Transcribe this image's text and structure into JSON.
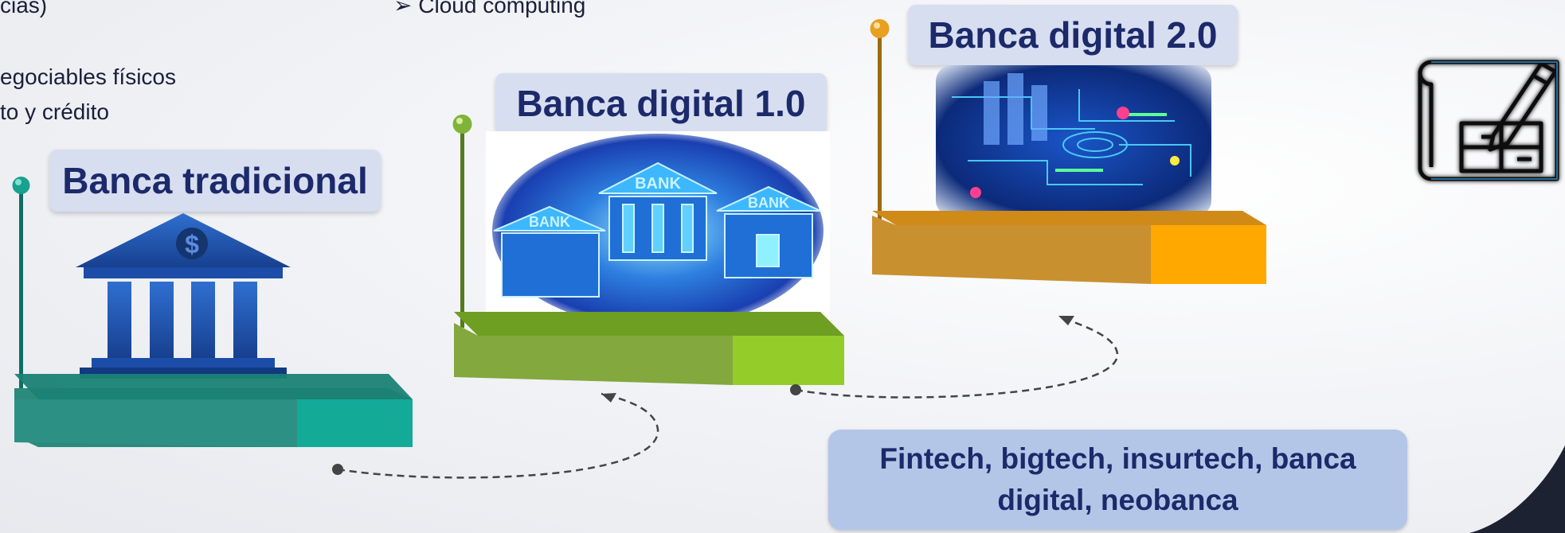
{
  "top_left_text": {
    "line1": "cias)",
    "line2": "egociables físicos",
    "line3": "to y crédito"
  },
  "top_center_text": {
    "bullet": "➢",
    "item": "Cloud computing"
  },
  "stages": [
    {
      "label": "Banca tradicional",
      "image_icon": "bank-columns-icon",
      "platform_color": "#1a9e8f"
    },
    {
      "label": "Banca digital 1.0",
      "image_icon": "digital-bank-buildings-icon",
      "platform_color": "#7fb33a"
    },
    {
      "label": "Banca digital 2.0",
      "image_icon": "circuit-board-icon",
      "platform_color": "#e8a020"
    }
  ],
  "bank_sign_texts": [
    "BANK",
    "BANK",
    "BANK"
  ],
  "dollar_sign": "$",
  "bottom_box": {
    "text": "Fintech, bigtech, insurtech, banca digital, neobanca"
  },
  "corner_icon": "blueprint-pencil-icon",
  "colors": {
    "label_bg": "#d7def0",
    "label_text": "#1c2a6b",
    "bottom_box_bg": "#b4c6e7"
  }
}
